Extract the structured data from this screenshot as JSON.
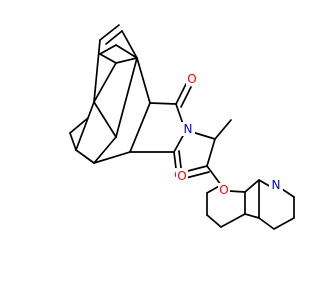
{
  "molecule": {
    "atoms": {
      "O_imide_top": {
        "symbol": "O",
        "color": "#ff0000"
      },
      "O_imide_bottom": {
        "symbol": "O",
        "color": "#ff0000"
      },
      "N_imide": {
        "symbol": "N",
        "color": "#0000ff"
      },
      "O_carbonyl": {
        "symbol": "O",
        "color": "#ff0000"
      },
      "O_ester": {
        "symbol": "O",
        "color": "#ff0000"
      },
      "N_quinoline": {
        "symbol": "N",
        "color": "#0000ff"
      }
    },
    "bond_color": "#000000",
    "background": "#ffffff"
  }
}
